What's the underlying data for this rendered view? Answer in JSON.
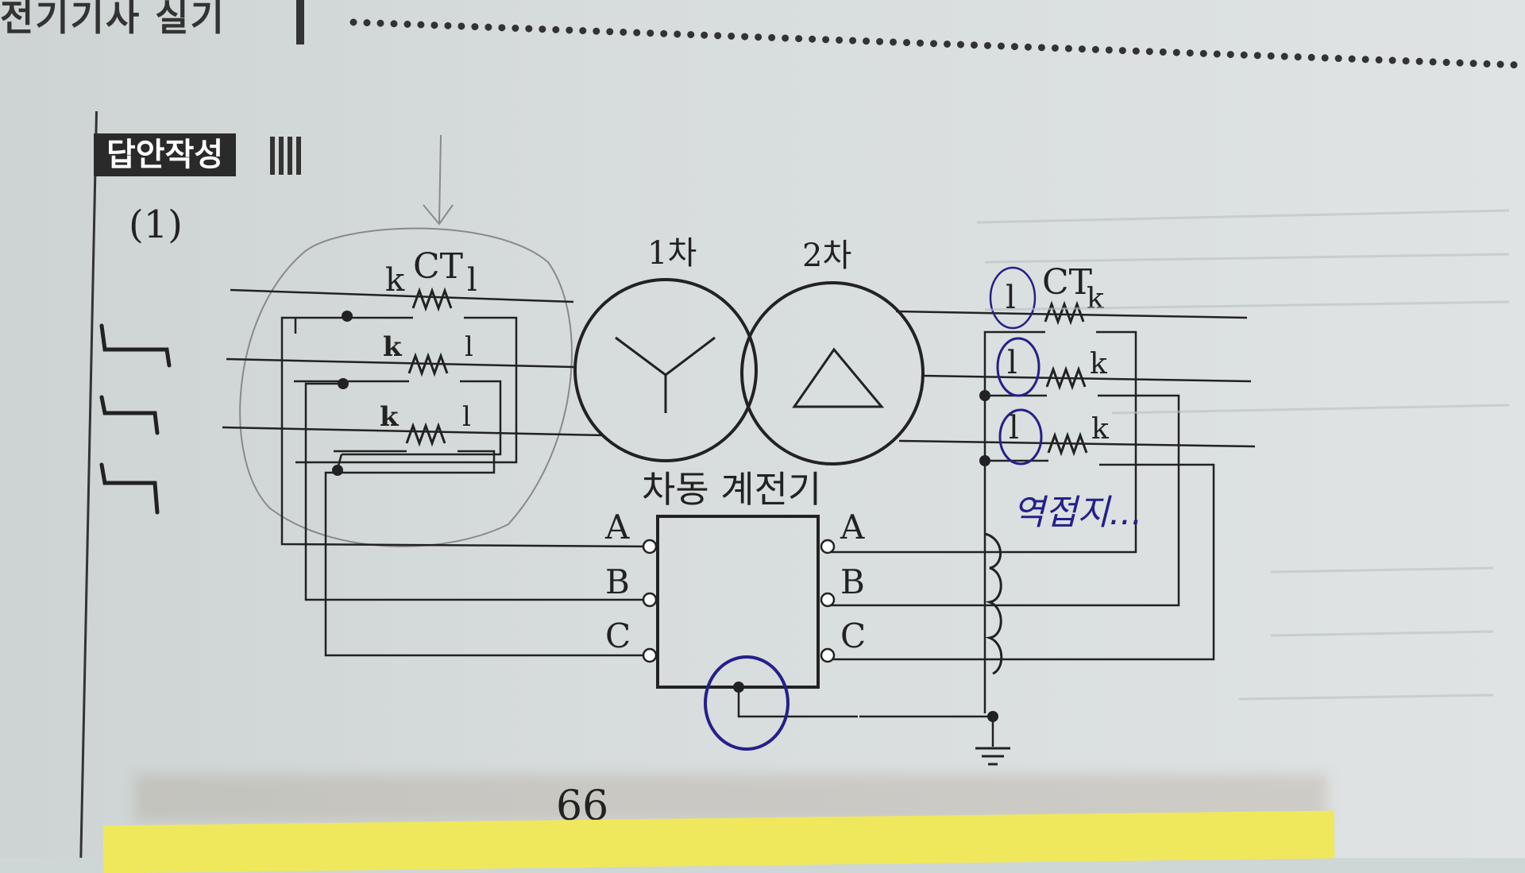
{
  "header": {
    "title": "전기기사 실기"
  },
  "section": {
    "badge": "답안작성",
    "part_label": "(1)"
  },
  "diagram": {
    "transformer_primary_label": "1차",
    "transformer_secondary_label": "2차",
    "relay_label": "차동 계전기",
    "ct_left": {
      "title": "CT",
      "k": "k",
      "l": "l"
    },
    "ct_right": {
      "title": "CT",
      "k": "k",
      "l": "l"
    },
    "terminals_left": [
      "A",
      "B",
      "C"
    ],
    "terminals_right": [
      "A",
      "B",
      "C"
    ],
    "handwritten_note": "역접지...",
    "handwritten_one": "1"
  },
  "footer": {
    "page_number": "66"
  },
  "colors": {
    "ink": "#222222",
    "pen": "#23208a",
    "pencil": "#8a8a8a",
    "tape": "#efe85c"
  }
}
